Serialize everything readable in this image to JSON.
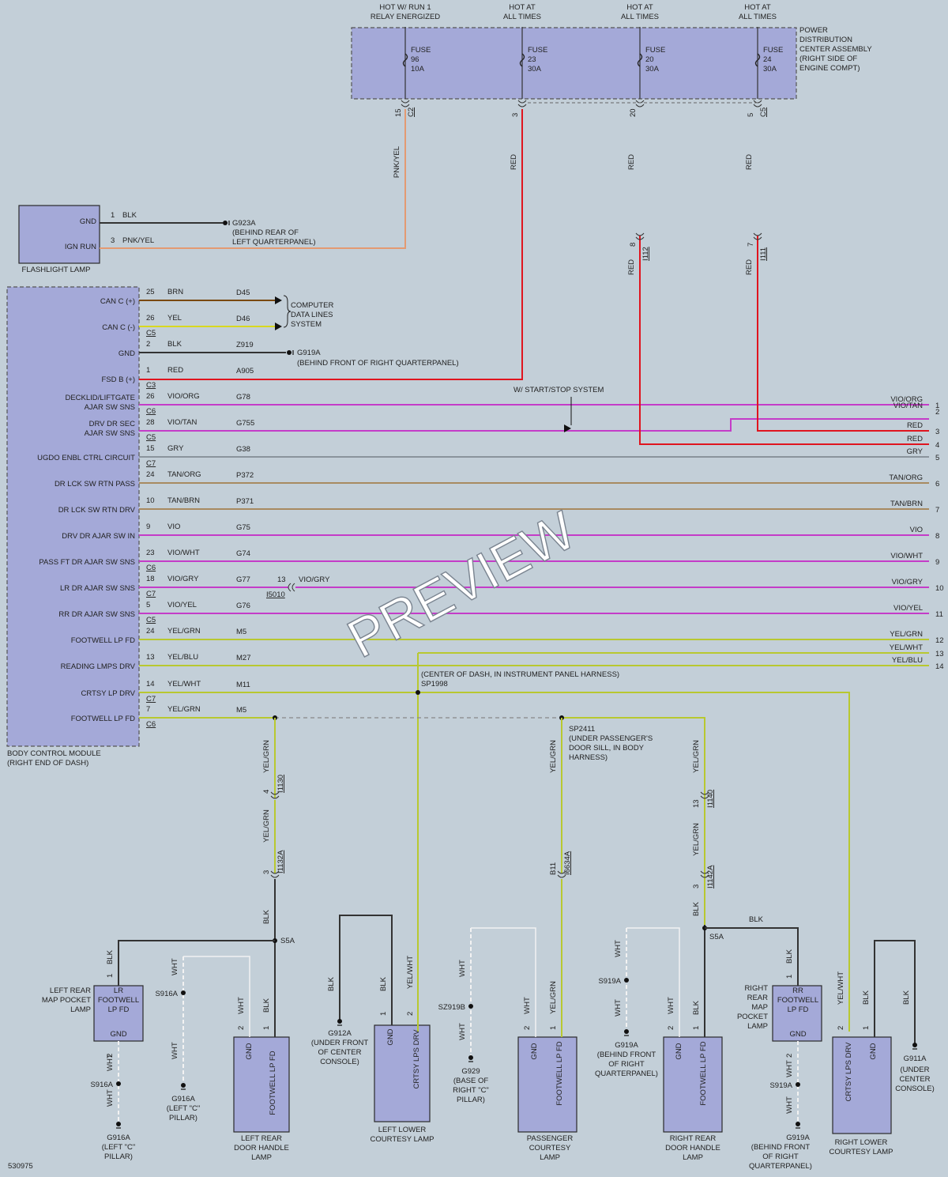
{
  "colors": {
    "RED": "#e0141e",
    "PNKYEL": "#e39a72",
    "BLK": "#333333",
    "BRN": "#7a4a10",
    "YEL": "#d8d820",
    "VIO": "#c43cc8",
    "GRY": "#8a949c",
    "TAN": "#a88a60",
    "YELGRN": "#b8c830",
    "WHT": "#f2f2f2"
  },
  "watermark": "PREVIEW",
  "diagram_id": "530975",
  "pdc": {
    "lines": [
      "POWER",
      "DISTRIBUTION",
      "CENTER ASSEMBLY",
      "(RIGHT SIDE OF",
      "ENGINE COMPT)"
    ]
  },
  "fuses": [
    {
      "hot": [
        "HOT W/ RUN 1",
        "RELAY ENERGIZED"
      ],
      "lines": [
        "FUSE",
        "96",
        "10A"
      ],
      "pin": "15",
      "conn": "C2",
      "wire": "PNK/YEL"
    },
    {
      "hot": [
        "HOT AT",
        "ALL TIMES"
      ],
      "lines": [
        "FUSE",
        "23",
        "30A"
      ],
      "pin": "3",
      "conn": "",
      "wire": "RED"
    },
    {
      "hot": [
        "HOT AT",
        "ALL TIMES"
      ],
      "lines": [
        "FUSE",
        "20",
        "30A"
      ],
      "pin": "20",
      "conn": "",
      "wire": "RED",
      "inline_pin": "8",
      "inline_conn": "I112",
      "inline_wire": "RED"
    },
    {
      "hot": [
        "HOT AT",
        "ALL TIMES"
      ],
      "lines": [
        "FUSE",
        "24",
        "30A"
      ],
      "pin": "5",
      "conn": "C5",
      "wire": "RED",
      "inline_pin": "7",
      "inline_conn": "I111",
      "inline_wire": "RED"
    }
  ],
  "flashlight": {
    "title": "FLASHLIGHT LAMP",
    "pins": [
      {
        "label": "GND",
        "num": "1",
        "wire": "BLK",
        "ground": "G923A",
        "note": [
          "(BEHIND REAR OF",
          "LEFT QUARTERPANEL)"
        ]
      },
      {
        "label": "IGN RUN",
        "num": "3",
        "wire": "PNK/YEL"
      }
    ]
  },
  "bcm": {
    "title": [
      "BODY CONTROL MODULE",
      "(RIGHT END OF DASH)"
    ],
    "rows": [
      {
        "label": [
          "CAN C (+)"
        ],
        "pin": "25",
        "wire": "BRN",
        "circ": "D45",
        "conn": ""
      },
      {
        "label": [
          "CAN C (-)"
        ],
        "pin": "26",
        "wire": "YEL",
        "circ": "D46",
        "conn": "C5"
      },
      {
        "label": [
          "GND"
        ],
        "pin": "2",
        "wire": "BLK",
        "circ": "Z919",
        "conn": ""
      },
      {
        "label": [
          "FSD B (+)"
        ],
        "pin": "1",
        "wire": "RED",
        "circ": "A905",
        "conn": "C3"
      },
      {
        "label": [
          "DECKLID/LIFTGATE",
          "AJAR SW SNS"
        ],
        "pin": "26",
        "wire": "VIO/ORG",
        "circ": "G78",
        "conn": "C6"
      },
      {
        "label": [
          "DRV DR SEC",
          "AJAR SW SNS"
        ],
        "pin": "28",
        "wire": "VIO/TAN",
        "circ": "G755",
        "conn": "C5"
      },
      {
        "label": [
          "UGDO ENBL CTRL CIRCUIT"
        ],
        "pin": "15",
        "wire": "GRY",
        "circ": "G38",
        "conn": "C7"
      },
      {
        "label": [
          "DR LCK SW RTN PASS"
        ],
        "pin": "24",
        "wire": "TAN/ORG",
        "circ": "P372",
        "conn": ""
      },
      {
        "label": [
          "DR LCK SW RTN DRV"
        ],
        "pin": "10",
        "wire": "TAN/BRN",
        "circ": "P371",
        "conn": ""
      },
      {
        "label": [
          "DRV DR AJAR SW IN"
        ],
        "pin": "9",
        "wire": "VIO",
        "circ": "G75",
        "conn": ""
      },
      {
        "label": [
          "PASS FT DR AJAR SW SNS"
        ],
        "pin": "23",
        "wire": "VIO/WHT",
        "circ": "G74",
        "conn": "C6"
      },
      {
        "label": [
          "LR DR AJAR SW SNS"
        ],
        "pin": "18",
        "wire": "VIO/GRY",
        "circ": "G77",
        "conn": "C7"
      },
      {
        "label": [
          "RR DR AJAR SW SNS"
        ],
        "pin": "5",
        "wire": "VIO/YEL",
        "circ": "G76",
        "conn": "C5"
      },
      {
        "label": [
          "FOOTWELL LP FD"
        ],
        "pin": "24",
        "wire": "YEL/GRN",
        "circ": "M5",
        "conn": ""
      },
      {
        "label": [
          "READING LMPS DRV"
        ],
        "pin": "13",
        "wire": "YEL/BLU",
        "circ": "M27",
        "conn": ""
      },
      {
        "label": [
          "CRTSY LP DRV"
        ],
        "pin": "14",
        "wire": "YEL/WHT",
        "circ": "M11",
        "conn": "C7"
      },
      {
        "label": [
          "FOOTWELL LP FD"
        ],
        "pin": "7",
        "wire": "YEL/GRN",
        "circ": "M5",
        "conn": "C6"
      }
    ]
  },
  "notes": {
    "computer": [
      "COMPUTER",
      "DATA LINES",
      "SYSTEM"
    ],
    "g919a": "G919A",
    "g919a_note": "(BEHIND FRONT OF RIGHT QUARTERPANEL)",
    "startstop": "W/ START/STOP SYSTEM",
    "i5010_pin": "13",
    "i5010_conn": "I5010",
    "i5010_wire": "VIO/GRY",
    "sp1998": [
      "(CENTER OF DASH, IN INSTRUMENT PANEL HARNESS)",
      "SP1998"
    ],
    "sp2411": [
      "SP2411",
      "(UNDER PASSENGER'S",
      "DOOR SILL, IN BODY",
      "HARNESS)"
    ]
  },
  "right_wires": [
    {
      "n": "1",
      "wire": "VIO/ORG"
    },
    {
      "n": "2",
      "wire": "VIO/TAN"
    },
    {
      "n": "3",
      "wire": "RED"
    },
    {
      "n": "4",
      "wire": "RED"
    },
    {
      "n": "5",
      "wire": "GRY"
    },
    {
      "n": "6",
      "wire": "TAN/ORG"
    },
    {
      "n": "7",
      "wire": "TAN/BRN"
    },
    {
      "n": "8",
      "wire": "VIO"
    },
    {
      "n": "9",
      "wire": "VIO/WHT"
    },
    {
      "n": "10",
      "wire": "VIO/GRY"
    },
    {
      "n": "11",
      "wire": "VIO/YEL"
    },
    {
      "n": "12",
      "wire": "YEL/GRN"
    },
    {
      "n": "13",
      "wire": "YEL/WHT"
    },
    {
      "n": "14",
      "wire": "YEL/BLU"
    }
  ],
  "lower": {
    "lr_wires": {
      "w1": "YEL/GRN",
      "p4": "4",
      "c1": "I1130",
      "w2": "YEL/GRN",
      "p3": "3",
      "c2": "I1132A",
      "w3": "BLK",
      "s5a": "S5A"
    },
    "pass_wires": {
      "w1": "YEL/GRN",
      "p": "B11",
      "c": "I6634A"
    },
    "rr_wires": {
      "w1": "YEL/GRN",
      "p13": "13",
      "c1": "I1140",
      "w2": "YEL/GRN",
      "p3": "3",
      "c2": "I1142A",
      "w3": "BLK",
      "s5a": "S5A",
      "blk": "BLK"
    },
    "lr_map": {
      "label": [
        "LEFT REAR",
        "MAP POCKET",
        "LAMP"
      ],
      "box": [
        "LR",
        "FOOTWELL",
        "LP FD"
      ],
      "gnd": "GND",
      "p1": "1",
      "p2": "2",
      "blk": "BLK",
      "wht1": "WHT",
      "s916a": "S916A",
      "wht2": "WHT",
      "g916a": "G916A",
      "g916a_note": [
        "(LEFT \"C\"",
        "PILLAR)"
      ]
    },
    "lr_mid": {
      "wht1": "WHT",
      "s916a": "S916A",
      "wht2": "WHT",
      "g916a": "G916A",
      "note": [
        "(LEFT \"C\"",
        "PILLAR)"
      ]
    },
    "lr_door": {
      "title": [
        "LEFT REAR",
        "DOOR HANDLE",
        "LAMP"
      ],
      "gnd": "GND",
      "fd": "FOOTWELL LP FD",
      "p2": "2",
      "p1": "1",
      "wht": "WHT",
      "blk": "BLK"
    },
    "g912": {
      "blk": "BLK",
      "g": "G912A",
      "note": [
        "(UNDER FRONT",
        "OF CENTER",
        "CONSOLE)"
      ]
    },
    "left_lower": {
      "title": [
        "LEFT LOWER",
        "COURTESY LAMP"
      ],
      "gnd": "GND",
      "drv": "CRTSY LPS DRV",
      "p1": "1",
      "p2": "2",
      "blk": "BLK",
      "yw": "YEL/WHT"
    },
    "g929": {
      "wht1": "WHT",
      "sz": "SZ919B",
      "wht2": "WHT",
      "g": "G929",
      "note": [
        "(BASE OF",
        "RIGHT \"C\"",
        "PILLAR)"
      ]
    },
    "pass": {
      "title": [
        "PASSENGER",
        "COURTESY",
        "LAMP"
      ],
      "gnd": "GND",
      "fd": "FOOTWELL LP FD",
      "p2": "2",
      "p1": "1",
      "wht": "WHT",
      "yg": "YEL/GRN"
    },
    "g919": {
      "wht1": "WHT",
      "s": "S919A",
      "wht2": "WHT",
      "g": "G919A",
      "note": [
        "(BEHIND FRONT",
        "OF RIGHT",
        "QUARTERPANEL)"
      ]
    },
    "rr_door": {
      "title": [
        "RIGHT REAR",
        "DOOR HANDLE",
        "LAMP"
      ],
      "gnd": "GND",
      "fd": "FOOTWELL LP FD",
      "p2": "2",
      "p1": "1",
      "wht": "WHT",
      "blk": "BLK"
    },
    "rr_map": {
      "label": [
        "RIGHT",
        "REAR",
        "MAP",
        "POCKET",
        "LAMP"
      ],
      "box": [
        "RR",
        "FOOTWELL",
        "LP FD"
      ],
      "gnd": "GND",
      "p1": "1",
      "p2": "2",
      "blk": "BLK",
      "wht1": "WHT",
      "s": "S919A",
      "wht2": "WHT",
      "g": "G919A",
      "note": [
        "(BEHIND FRONT",
        "OF RIGHT",
        "QUARTERPANEL)"
      ]
    },
    "right_lower": {
      "title": [
        "RIGHT LOWER",
        "COURTESY LAMP"
      ],
      "gnd": "GND",
      "drv": "CRTSY LPS DRV",
      "p2": "2",
      "p1": "1",
      "yw": "YEL/WHT",
      "blk": "BLK",
      "blk2": "BLK",
      "g": "G911A",
      "note": [
        "(UNDER",
        "CENTER",
        "CONSOLE)"
      ]
    }
  }
}
